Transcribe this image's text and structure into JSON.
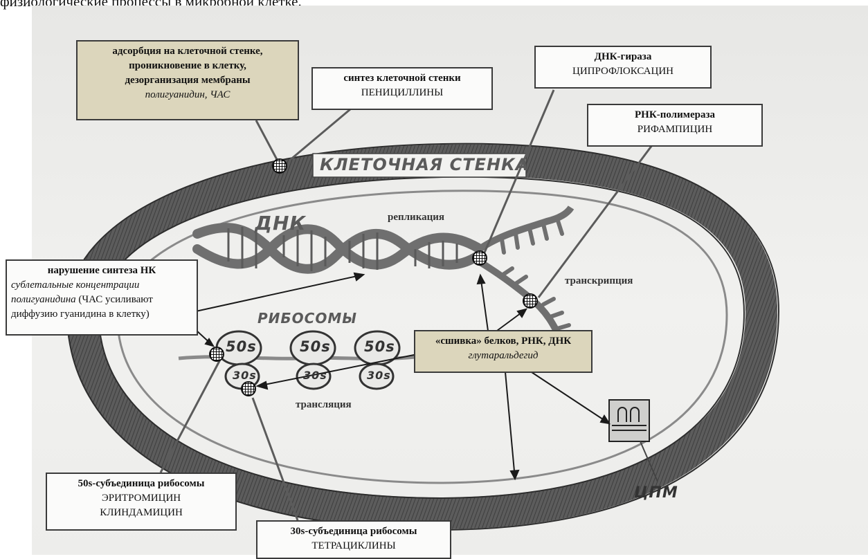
{
  "caption": "физиологические процессы в микробной клетке.",
  "boxes": {
    "adsorption": {
      "line1": "адсорбция на клеточной стенке,",
      "line2": "проникновение в клетку,",
      "line3": "дезорганизация мембраны",
      "drugs": "полигуанидин, ЧАС"
    },
    "wall_synthesis": {
      "title": "синтез клеточной стенки",
      "drug": "ПЕНИЦИЛЛИНЫ"
    },
    "gyrase": {
      "title": "ДНК-гираза",
      "drug": "ЦИПРОФЛОКСАЦИН"
    },
    "rna_polymerase": {
      "title": "РНК-полимераза",
      "drug": "РИФАМПИЦИН"
    },
    "nucleic_acid": {
      "title": "нарушение синтеза НК",
      "italic1": "сублетальные концентрации",
      "italic2": "полигуанидина",
      "text2": "(ЧАС усиливают",
      "text3": "диффузию гуанидина в клетку)"
    },
    "crosslink": {
      "title": "«сшивка» белков, РНК, ДНК",
      "drug": "глутаральдегид"
    },
    "ribo50": {
      "title": "50s-субъединица рибосомы",
      "drug1": "ЭРИТРОМИЦИН",
      "drug2": "КЛИНДАМИЦИН"
    },
    "ribo30": {
      "title": "30s-субъединица рибосомы",
      "drug": "ТЕТРАЦИКЛИНЫ"
    }
  },
  "labels": {
    "replication": "репликация",
    "transcription": "транскрипция",
    "translation": "трансляция",
    "cell_wall": "КЛЕТОЧНАЯ СТЕНКА",
    "dna": "ДНК",
    "ribosomes": "РИБОСОМЫ",
    "cpm": "ЦПМ",
    "s50": "50s",
    "s30": "30s"
  }
}
